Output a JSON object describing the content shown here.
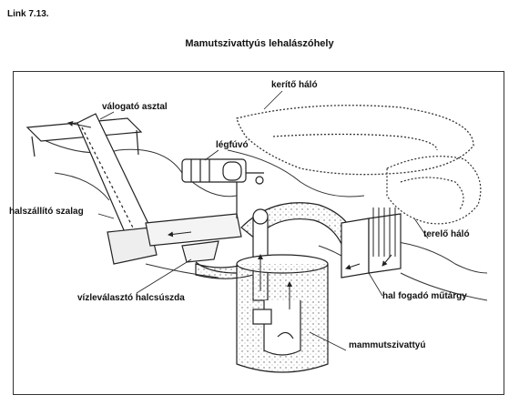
{
  "header": {
    "link": "Link 7.13.",
    "title": "Mamutszivattyús lehalászóhely"
  },
  "labels": {
    "sorting_table": "válogató asztal",
    "enclosing_net": "kerítő háló",
    "air_blower": "légfúvó",
    "fish_conveyor": "halszállító szalag",
    "guide_net": "terelő háló",
    "water_separator_slide": "vízleválasztó halcsúszda",
    "fish_catching_structure": "hal fogadó műtárgy",
    "mammoth_pump": "mammutszivattyú"
  }
}
